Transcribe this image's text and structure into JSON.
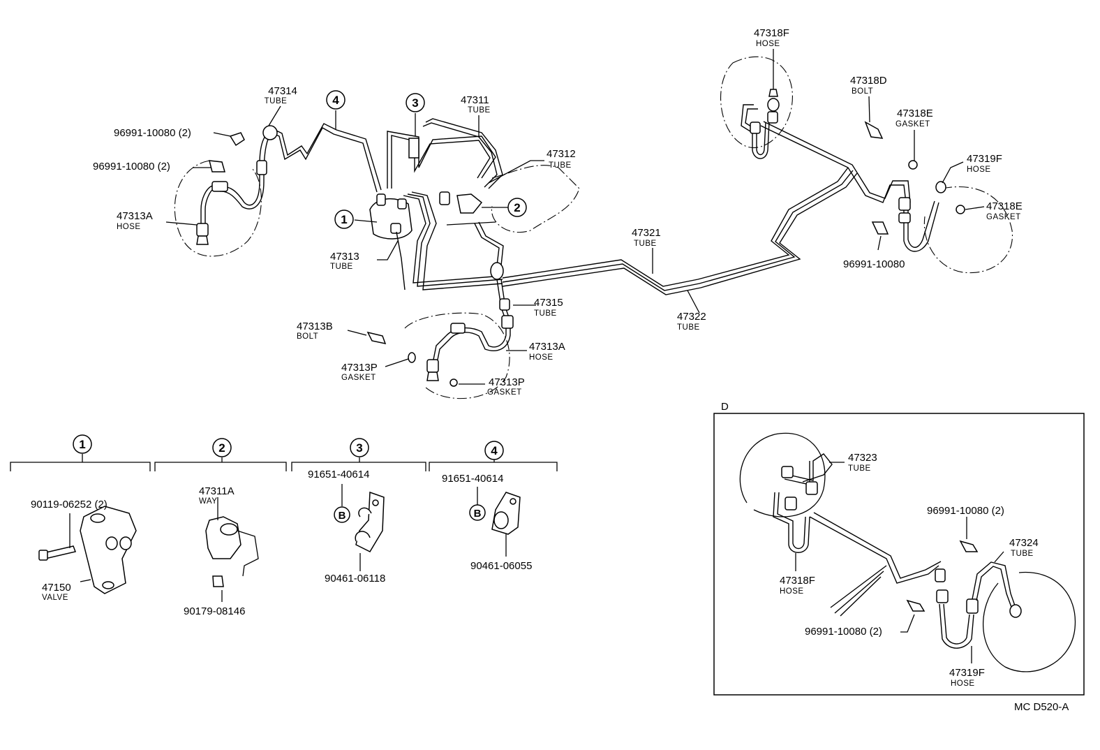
{
  "labels": {
    "p47314": {
      "num": "47314",
      "sub": "TUBE"
    },
    "p96991_a": {
      "num": "96991-10080 (2)"
    },
    "p96991_b": {
      "num": "96991-10080 (2)"
    },
    "p47313A_left": {
      "num": "47313A",
      "sub": "HOSE"
    },
    "p47313": {
      "num": "47313",
      "sub": "TUBE"
    },
    "p47311": {
      "num": "47311",
      "sub": "TUBE"
    },
    "p47312": {
      "num": "47312",
      "sub": "TUBE"
    },
    "p47318F_top": {
      "num": "47318F",
      "sub": "HOSE"
    },
    "p47318D": {
      "num": "47318D",
      "sub": "BOLT"
    },
    "p47318E_top": {
      "num": "47318E",
      "sub": "GASKET"
    },
    "p47319F_top": {
      "num": "47319F",
      "sub": "HOSE"
    },
    "p47318E_right": {
      "num": "47318E",
      "sub": "GASKET"
    },
    "p96991_right": {
      "num": "96991-10080"
    },
    "p47321": {
      "num": "47321",
      "sub": "TUBE"
    },
    "p47322": {
      "num": "47322",
      "sub": "TUBE"
    },
    "p47315": {
      "num": "47315",
      "sub": "TUBE"
    },
    "p47313B": {
      "num": "47313B",
      "sub": "BOLT"
    },
    "p47313A_mid": {
      "num": "47313A",
      "sub": "HOSE"
    },
    "p47313P_a": {
      "num": "47313P",
      "sub": "GASKET"
    },
    "p47313P_b": {
      "num": "47313P",
      "sub": "GASKET"
    },
    "g1_bolt": {
      "num": "90119-06252 (2)"
    },
    "g1_valve": {
      "num": "47150",
      "sub": "VALVE"
    },
    "g2_way": {
      "num": "47311A",
      "sub": "WAY"
    },
    "g2_bolt": {
      "num": "90179-08146"
    },
    "g3_bolt": {
      "num": "91651-40614"
    },
    "g3_clamp": {
      "num": "90461-06118"
    },
    "g4_bolt": {
      "num": "91651-40614"
    },
    "g4_clamp": {
      "num": "90461-06055"
    },
    "d_47323": {
      "num": "47323",
      "sub": "TUBE"
    },
    "d_96991_a": {
      "num": "96991-10080 (2)"
    },
    "d_47324": {
      "num": "47324",
      "sub": "TUBE"
    },
    "d_47318F": {
      "num": "47318F",
      "sub": "HOSE"
    },
    "d_96991_b": {
      "num": "96991-10080 (2)"
    },
    "d_47319F": {
      "num": "47319F",
      "sub": "HOSE"
    }
  },
  "callouts": {
    "c1": "1",
    "c2": "2",
    "c3": "3",
    "c4": "4"
  },
  "group_headers": {
    "g1": "1",
    "g2": "2",
    "g3": "3",
    "g4": "4"
  },
  "bolt_marks": {
    "g3": "B",
    "g4": "B"
  },
  "detail_box": {
    "letter": "D"
  },
  "footer": {
    "code": "MC  D520-A"
  }
}
